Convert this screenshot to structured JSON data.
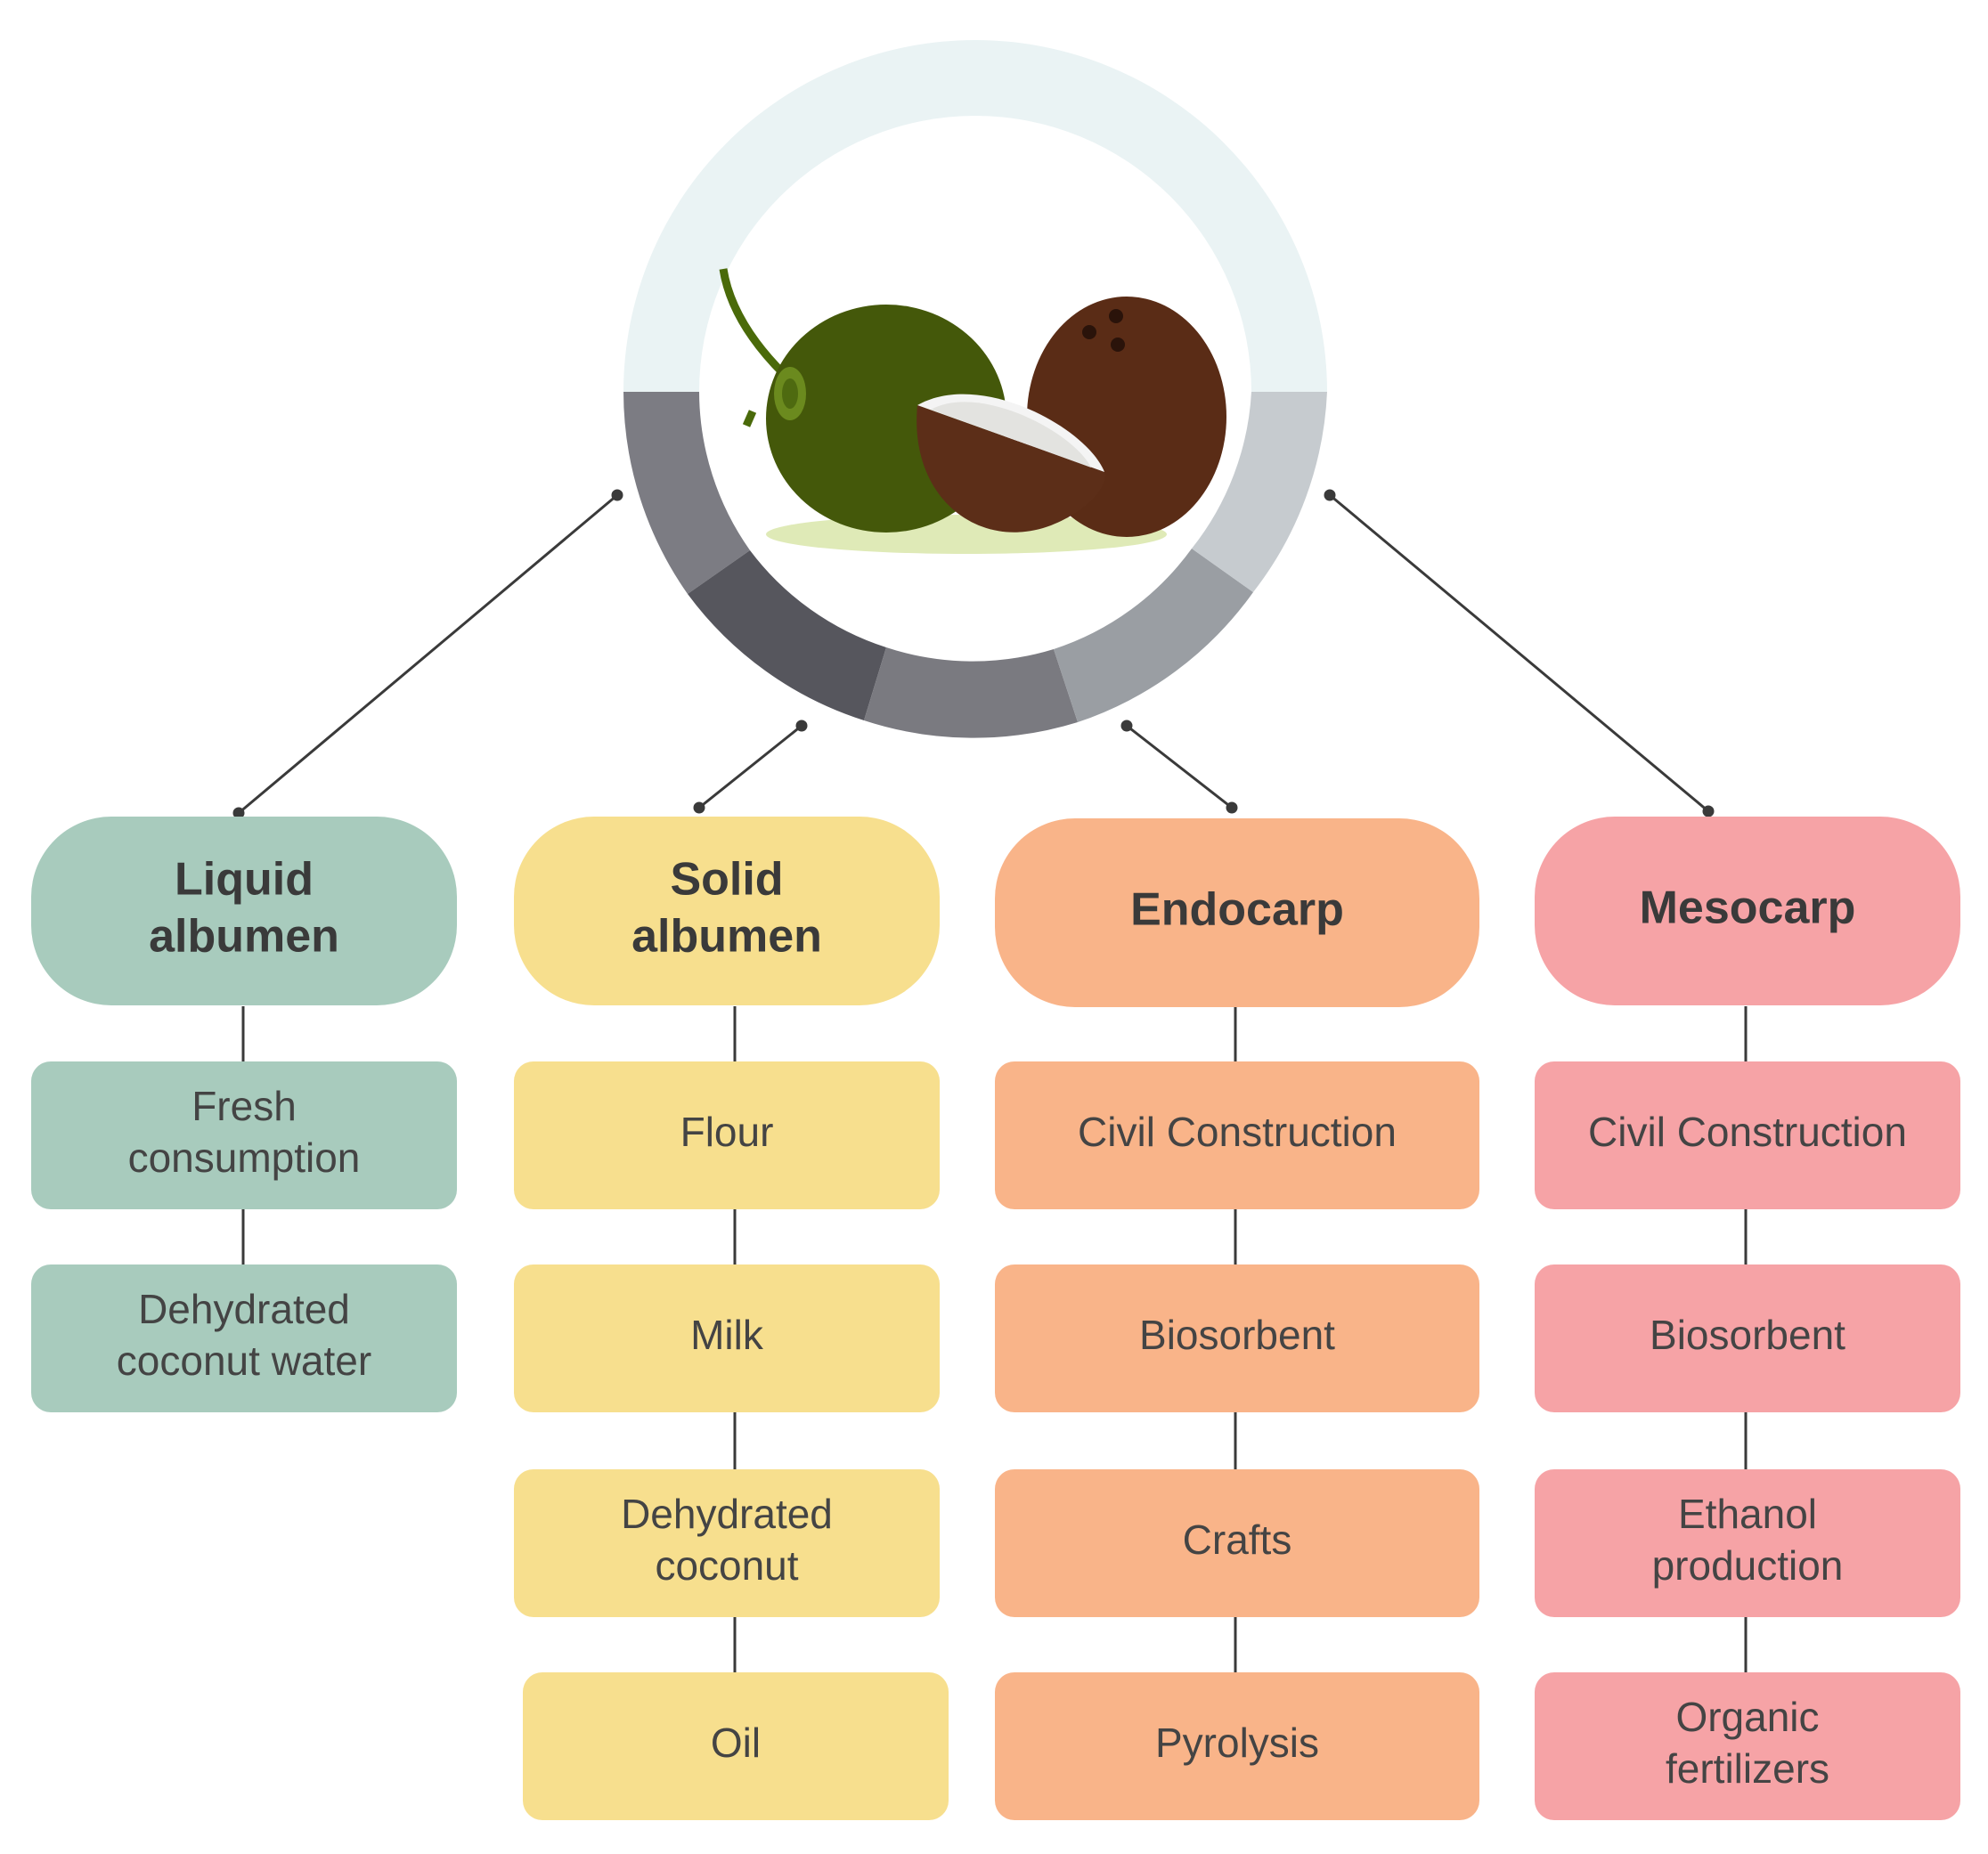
{
  "colors": {
    "liquid": "#a8cbbd",
    "solid": "#f7df8e",
    "endocarp": "#f9b489",
    "mesocarp": "#f6a3a6",
    "ring_light": "#eaf3f4",
    "ring_dark": "#5a5a60",
    "connector": "#3a3a3a"
  },
  "center": {
    "icon": "coconut-icon"
  },
  "columns": [
    {
      "id": "liquid",
      "title": [
        "Liquid",
        "albumen"
      ],
      "items": [
        [
          "Fresh",
          "consumption"
        ],
        [
          "Dehydrated",
          "coconut water"
        ]
      ]
    },
    {
      "id": "solid",
      "title": [
        "Solid",
        "albumen"
      ],
      "items": [
        [
          "Flour"
        ],
        [
          "Milk"
        ],
        [
          "Dehydrated",
          "coconut"
        ],
        [
          "Oil"
        ]
      ]
    },
    {
      "id": "endocarp",
      "title": [
        "Endocarp"
      ],
      "items": [
        [
          "Civil Construction"
        ],
        [
          "Biosorbent"
        ],
        [
          "Crafts"
        ],
        [
          "Pyrolysis"
        ]
      ]
    },
    {
      "id": "mesocarp",
      "title": [
        "Mesocarp"
      ],
      "items": [
        [
          "Civil Construction"
        ],
        [
          "Biosorbent"
        ],
        [
          "Ethanol",
          "production"
        ],
        [
          "Organic",
          "fertilizers"
        ]
      ]
    }
  ]
}
